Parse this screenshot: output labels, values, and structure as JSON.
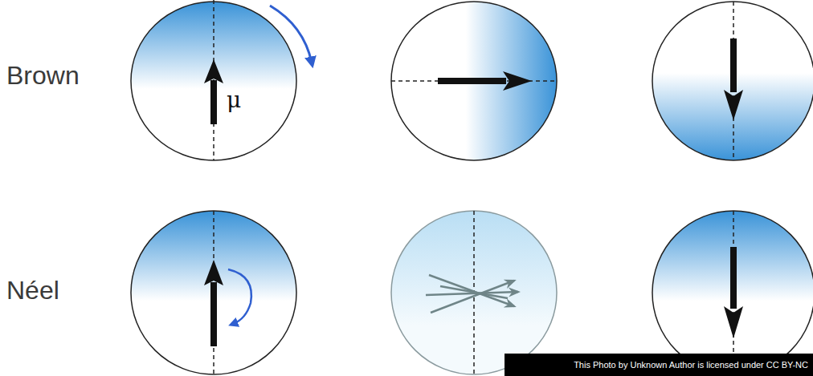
{
  "diagram": {
    "nodes": [
      {
        "text": [
          "This Photo by Unknown Author is licensed under CC BY-NC"
        ]
      }
    ],
    "labels": [
      "Brown",
      "μ",
      "Néel"
    ]
  }
}
